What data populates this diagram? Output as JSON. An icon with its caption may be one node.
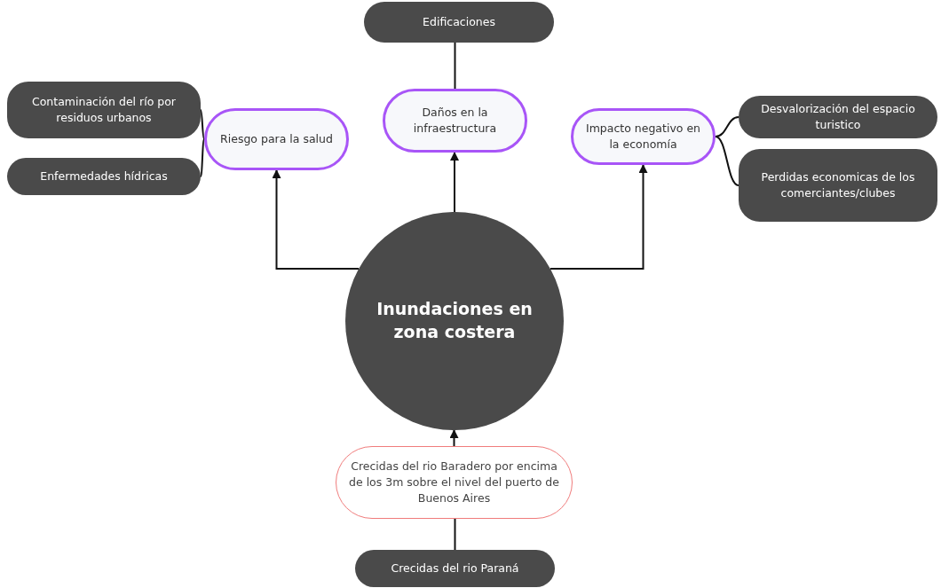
{
  "diagram": {
    "nodes": [
      {
        "text": [
          "Edificaciones"
        ]
      },
      {
        "text": [
          "Contaminación del río por residuos urbanos"
        ]
      },
      {
        "text": [
          "Riesgo para la salud"
        ]
      },
      {
        "text": [
          "Daños en la infraestructura"
        ]
      },
      {
        "text": [
          "Impacto negativo en la economía"
        ]
      },
      {
        "text": [
          "Desvalorización del espacio turistico"
        ]
      },
      {
        "text": [
          "Enfermedades hídricas"
        ]
      },
      {
        "text": [
          "Perdidas economicas de los comerciantes/clubes"
        ]
      },
      {
        "text": [
          "Inundaciones en zona costera"
        ]
      },
      {
        "text": [
          "Crecidas del rio Baradero por encima de los 3m sobre el nivel del puerto de Buenos Aires"
        ]
      },
      {
        "text": [
          "Crecidas del rio Paraná"
        ]
      }
    ],
    "edges": [
      {
        "from": 3,
        "to": 0,
        "arrow": "none"
      },
      {
        "from": 2,
        "to": 1,
        "arrow": "none"
      },
      {
        "from": 2,
        "to": 6,
        "arrow": "none"
      },
      {
        "from": 4,
        "to": 5,
        "arrow": "none"
      },
      {
        "from": 4,
        "to": 7,
        "arrow": "none"
      },
      {
        "from": 8,
        "to": 2,
        "arrow": "to"
      },
      {
        "from": 8,
        "to": 3,
        "arrow": "to"
      },
      {
        "from": 8,
        "to": 4,
        "arrow": "to"
      },
      {
        "from": 9,
        "to": 8,
        "arrow": "to"
      },
      {
        "from": 10,
        "to": 9,
        "arrow": "none"
      }
    ]
  }
}
